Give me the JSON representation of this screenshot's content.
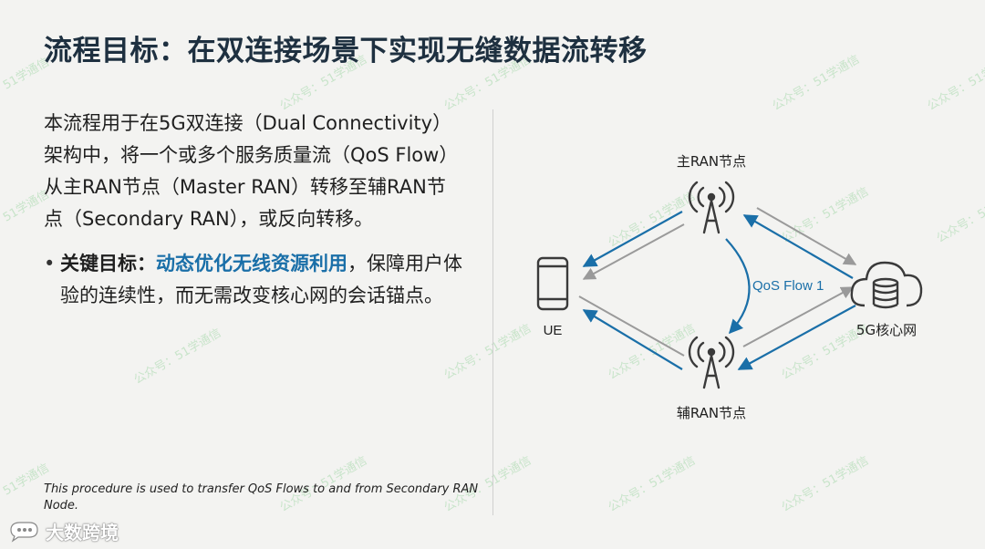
{
  "slide": {
    "title": "流程目标：在双连接场景下实现无缝数据流转移",
    "intro_lines": [
      "本流程用于在5G双连接（Dual Connectivity）",
      "架构中，将一个或多个服务质量流（QoS Flow）",
      "从主RAN节点（Master RAN）转移至辅RAN节",
      "点（Secondary RAN），或反向转移。"
    ],
    "bullet": {
      "lead": "关键目标：",
      "highlight": "动态优化无线资源利用",
      "rest": "，保障用户体验的连续性，而无需改变核心网的会话锚点。"
    },
    "footnote_lines": [
      "This procedure is used to transfer QoS Flows to and from Secondary RAN",
      "Node."
    ]
  },
  "diagram": {
    "master_ran_label": "主RAN节点",
    "secondary_ran_label": "辅RAN节点",
    "ue_label": "UE",
    "core_label": "5G核心网",
    "flow_label": "QoS Flow 1",
    "colors": {
      "blue": "#1a6fa8",
      "gray": "#9a9a9a",
      "icon": "#3a3a3a"
    }
  },
  "watermark": {
    "text": "公众号：51学通信",
    "short": "51学通信"
  },
  "logo": {
    "text": "大数跨境",
    "icon": "logo-bubble-icon"
  }
}
